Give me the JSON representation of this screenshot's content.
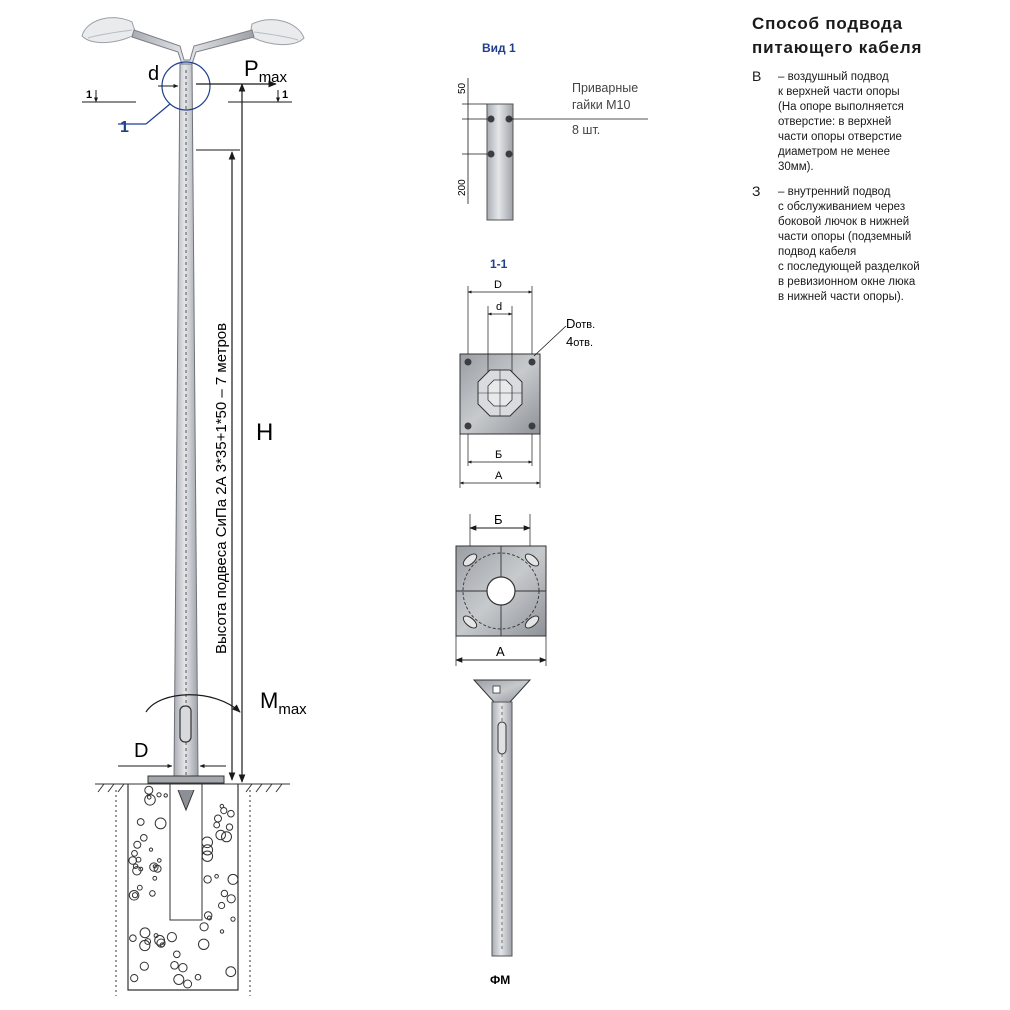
{
  "side_panel": {
    "title_line1": "Способ подвода",
    "title_line2": "питающего кабеля",
    "methods": [
      {
        "letter": "В",
        "text": "– воздушный подвод\nк верхней части опоры\n(На опоре выполняется\nотверстие: в верхней\nчасти опоры отверстие\nдиаметром не менее\n30мм)."
      },
      {
        "letter": "З",
        "text": "– внутренний подвод\nс обслуживанием через\nбоковой лючок в нижней\nчасти опоры (подземный\nподвод кабеля\nс последующей разделкой\nв ревизионном окне люка\nв нижней части опоры)."
      }
    ]
  },
  "main_drawing": {
    "label_d": "d",
    "label_P": "P",
    "label_P_sub": "max",
    "section_mark_left": "1",
    "section_mark_right": "1",
    "callout": "1",
    "label_H": "H",
    "label_M": "M",
    "label_M_sub": "max",
    "label_D": "D",
    "vertical_note": "Высота подвеса СиПа 2А 3*35+1*50 – 7 метров"
  },
  "view1": {
    "title": "Вид 1",
    "dim_top": "50",
    "dim_bottom": "200",
    "note_line1": "Приварные",
    "note_line2": "гайки М10",
    "note_line3": "8 шт."
  },
  "section_1_1": {
    "title": "1-1",
    "dim_D": "D",
    "dim_d": "d",
    "hole_label": "D",
    "hole_label_sub": "отв.",
    "hole_count": "4",
    "hole_count_sub": "отв.",
    "dim_B": "Б",
    "dim_A": "А"
  },
  "foundation_view": {
    "dim_B": "Б",
    "dim_A": "А",
    "label": "ФМ"
  },
  "colors": {
    "metal": "#c9ccd0",
    "metal_dark": "#8c9096",
    "line": "#1a1a1a",
    "accent": "#1f3f8f",
    "concrete": "#ffffff"
  }
}
